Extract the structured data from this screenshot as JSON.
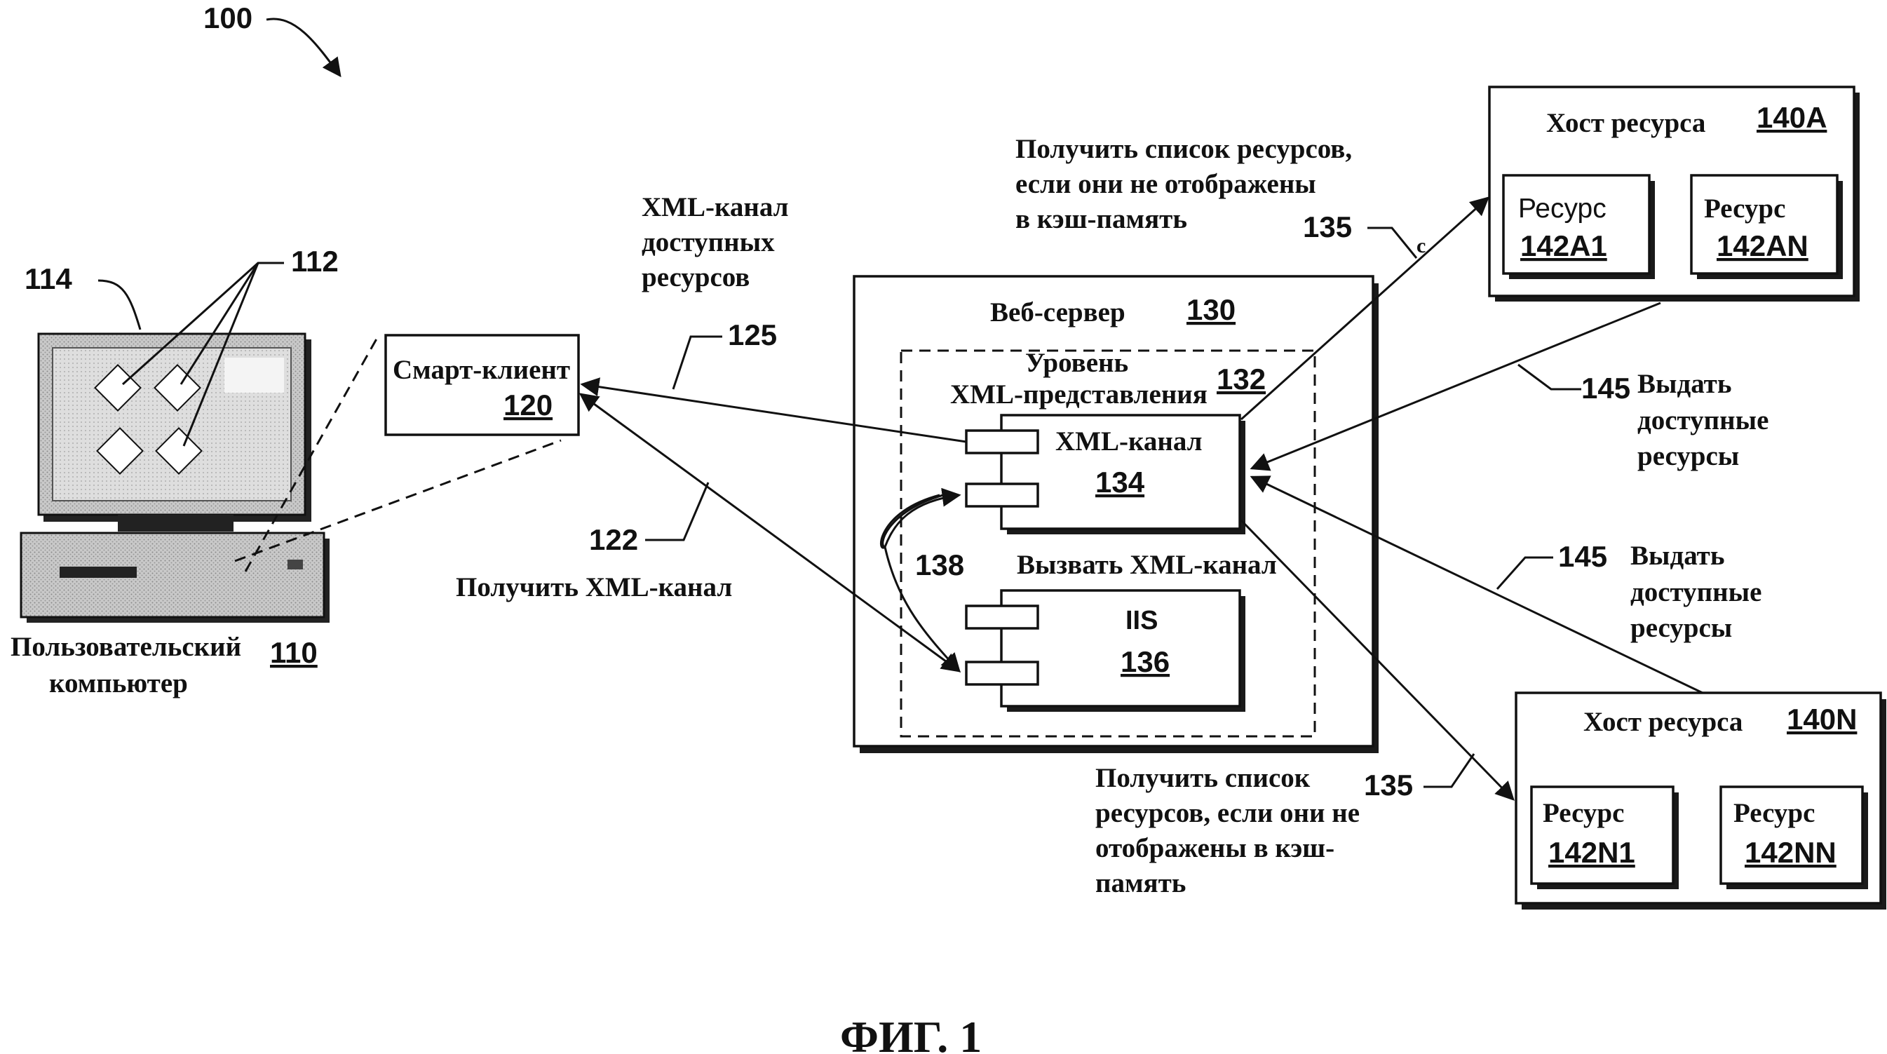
{
  "figure": {
    "number": "100",
    "caption": "ФИГ. 1"
  },
  "user_computer": {
    "label_line1": "Пользовательский",
    "label_line2": "компьютер",
    "ref": "110",
    "monitor_ref": "114",
    "icons_ref": "112"
  },
  "smart_client": {
    "label": "Смарт-клиент",
    "ref": "120"
  },
  "xml_feed_note": {
    "line1": "XML-канал",
    "line2": "доступных",
    "line3": "ресурсов",
    "ref": "125"
  },
  "get_feed": {
    "label": "Получить XML-канал",
    "ref": "122"
  },
  "web_server": {
    "label": "Веб-сервер",
    "ref": "130",
    "layer": {
      "line1": "Уровень",
      "line2": "XML-представления",
      "ref": "132"
    },
    "xml_channel": {
      "label": "XML-канал",
      "ref": "134"
    },
    "iis": {
      "label": "IIS",
      "ref": "136"
    },
    "invoke": {
      "label": "Вызвать XML-канал",
      "ref": "138"
    }
  },
  "get_list_top": {
    "line1": "Получить список ресурсов,",
    "line2": "если они не отображены",
    "line3": "в кэш-память",
    "ref": "135",
    "letter": "c"
  },
  "get_list_bottom": {
    "line1": "Получить список",
    "line2": "ресурсов, если они не",
    "line3": "отображены в кэш-",
    "line4": "память",
    "ref": "135"
  },
  "provide_top": {
    "line1": "Выдать",
    "line2": "доступные",
    "line3": "ресурсы",
    "ref": "145"
  },
  "provide_bottom": {
    "line1": "Выдать",
    "line2": "доступные",
    "line3": "ресурсы",
    "ref": "145"
  },
  "host_a": {
    "label": "Хост ресурса",
    "ref": "140A",
    "res1": {
      "label": "Ресурс",
      "ref": "142A1"
    },
    "res2": {
      "label": "Ресурс",
      "ref": "142AN"
    }
  },
  "host_n": {
    "label": "Хост ресурса",
    "ref": "140N",
    "res1": {
      "label": "Ресурс",
      "ref": "142N1"
    },
    "res2": {
      "label": "Ресурс",
      "ref": "142NN"
    }
  }
}
